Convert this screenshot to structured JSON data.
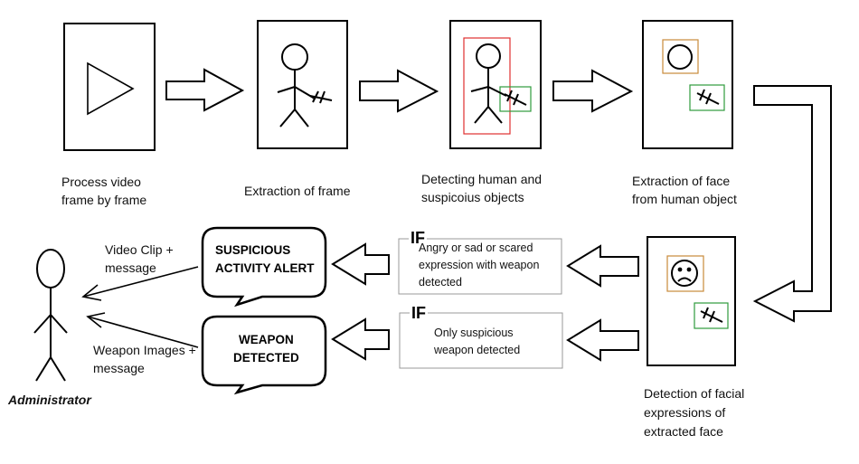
{
  "steps": {
    "process_video": "Process video\nframe by frame",
    "extract_frame": "Extraction of frame",
    "detect_objects": "Detecting human and\nsuspicoius objects",
    "extract_face": "Extraction of face\nfrom human object",
    "detect_expression": "Detection of facial\nexpressions of\nextracted face"
  },
  "conditions": {
    "if_label": "IF",
    "suspicious": "Angry or sad or scared\nexpression with weapon\ndetected",
    "weapon_only": "Only suspicious\nweapon detected"
  },
  "alerts": {
    "suspicious": "SUSPICIOUS\nACTIVITY ALERT",
    "weapon": "WEAPON\nDETECTED"
  },
  "messages": {
    "video_clip": "Video Clip +\nmessage",
    "weapon_images": "Weapon Images +\nmessage"
  },
  "actor": {
    "name": "Administrator"
  },
  "colors": {
    "human_box": "#e03030",
    "object_box": "#2e9b3c",
    "face_box": "#c98a3a",
    "stroke": "#000000"
  }
}
